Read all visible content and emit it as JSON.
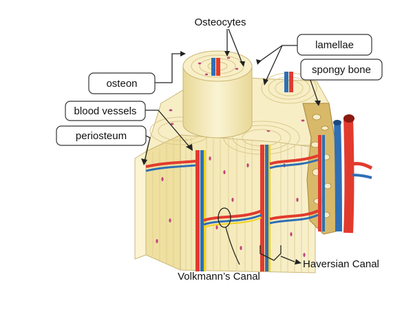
{
  "labels": {
    "osteocytes": "Osteocytes",
    "lamellae": "lamellae",
    "spongy_bone": "spongy bone",
    "osteon": "osteon",
    "blood_vessels": "blood vessels",
    "periosteum": "periosteum",
    "haversian_canal": "Haversian Canal",
    "volkmanns_canal": "Volkmann’s Canal"
  },
  "colors": {
    "bone_light": "#f6efc4",
    "bone_mid": "#efe2a6",
    "bone_shadow": "#e2d08a",
    "lamella_line": "#d9c98f",
    "osteocyte_dot": "#c0457a",
    "artery": "#e23b2e",
    "vein": "#2f6fb5",
    "nerve": "#f2d21c",
    "spongy": "#c9a55a",
    "periosteum": "#f3e6b0"
  }
}
